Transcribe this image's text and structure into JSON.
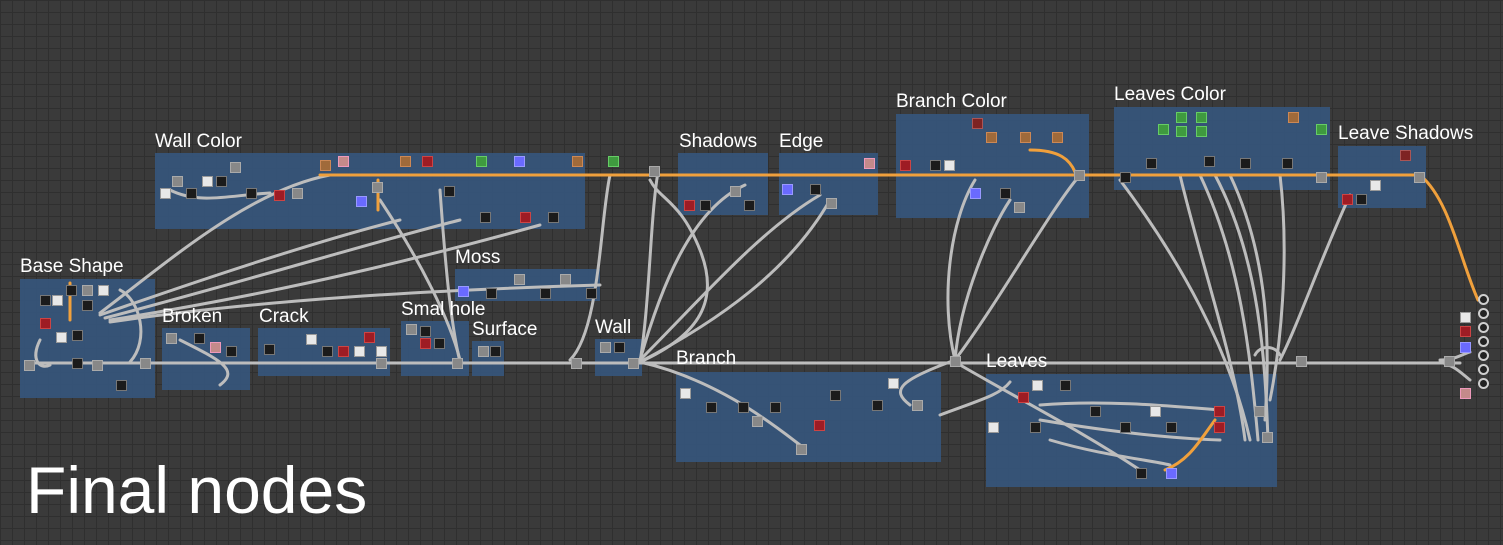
{
  "canvas": {
    "background_color": "#3a3a3a",
    "frame_color": "#36567c",
    "wire_color": "#bdbdbd",
    "highlight_wire_color": "#f0a03c"
  },
  "frames": [
    {
      "id": "wall-color",
      "label": "Wall Color"
    },
    {
      "id": "base-shape",
      "label": "Base Shape"
    },
    {
      "id": "broken",
      "label": "Broken"
    },
    {
      "id": "crack",
      "label": "Crack"
    },
    {
      "id": "small-hole",
      "label": "Smal  hole"
    },
    {
      "id": "surface",
      "label": "Surface"
    },
    {
      "id": "moss",
      "label": "Moss"
    },
    {
      "id": "wall",
      "label": "Wall"
    },
    {
      "id": "shadows",
      "label": "Shadows"
    },
    {
      "id": "edge",
      "label": "Edge"
    },
    {
      "id": "branch-color",
      "label": "Branch Color"
    },
    {
      "id": "branch",
      "label": "Branch"
    },
    {
      "id": "leaves-color",
      "label": "Leaves Color"
    },
    {
      "id": "leaves",
      "label": "Leaves"
    },
    {
      "id": "leave-shadows",
      "label": "Leave Shadows"
    }
  ],
  "caption": "Final nodes",
  "output_nodes_icon": "circle-output-icon"
}
